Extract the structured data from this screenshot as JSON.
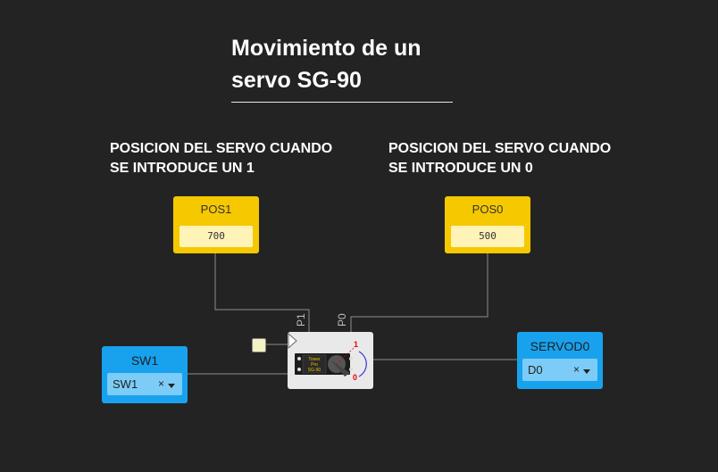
{
  "page": {
    "title_line1": "Movimiento de un",
    "title_line2": "servo SG-90",
    "caption_left_line1": "POSICION DEL SERVO CUANDO",
    "caption_left_line2": "SE INTRODUCE UN 1",
    "caption_right_line1": "POSICION DEL SERVO CUANDO",
    "caption_right_line2": "SE INTRODUCE UN 0"
  },
  "blocks": {
    "pos1": {
      "label": "POS1",
      "value": "700"
    },
    "pos0": {
      "label": "POS0",
      "value": "500"
    },
    "sw1": {
      "label": "SW1",
      "selected": "SW1",
      "clear": "×"
    },
    "servod0": {
      "label": "SERVOD0",
      "selected": "D0",
      "clear": "×"
    },
    "servo": {
      "pin_p1": "P1",
      "pin_p0": "P0",
      "chip_text_line1": "Tower",
      "chip_text_line2": "Pro",
      "chip_text_line3": "SG-90",
      "mark_1": "1",
      "mark_0": "0"
    }
  },
  "colors": {
    "background": "#232323",
    "constant_block": "#f5c800",
    "io_block": "#18a2ee",
    "wire": "#8c8c8c"
  }
}
